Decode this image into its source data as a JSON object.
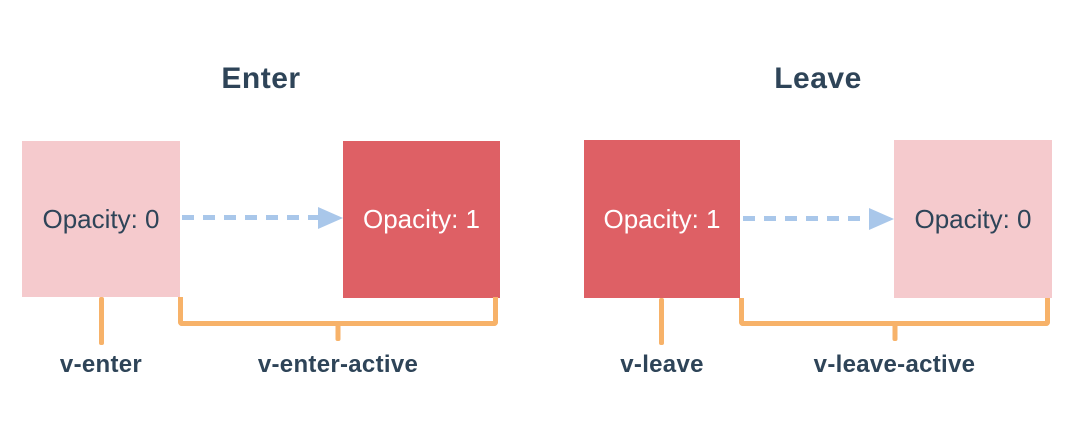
{
  "colors": {
    "background": "#ffffff",
    "box_faded": "#f5cacd",
    "box_solid": "#de6065",
    "arrow": "#a9c7ea",
    "bracket": "#f7b269",
    "text_dark": "#2e4458",
    "text_on_solid": "#ffffff"
  },
  "panels": [
    {
      "title": "Enter",
      "start_box_label": "Opacity: 0",
      "end_box_label": "Opacity: 1",
      "start_class": "v-enter",
      "active_class": "v-enter-active"
    },
    {
      "title": "Leave",
      "start_box_label": "Opacity: 1",
      "end_box_label": "Opacity: 0",
      "start_class": "v-leave",
      "active_class": "v-leave-active"
    }
  ]
}
